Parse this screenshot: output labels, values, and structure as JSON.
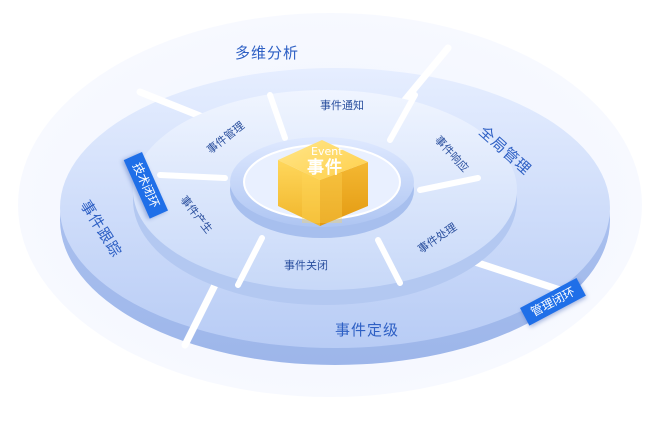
{
  "center": {
    "label_en": "Event",
    "label_cn": "事件"
  },
  "outer_ring": [
    {
      "label": "多维分析"
    },
    {
      "label": "全局管理"
    },
    {
      "label": "事件定级"
    },
    {
      "label": "事件跟踪"
    }
  ],
  "inner_ring": [
    {
      "label": "事件通知"
    },
    {
      "label": "事件响应"
    },
    {
      "label": "事件处理"
    },
    {
      "label": "事件关闭"
    },
    {
      "label": "事件产生"
    },
    {
      "label": "事件管理"
    }
  ],
  "tags": [
    {
      "label": "技术闭环"
    },
    {
      "label": "管理闭环"
    }
  ],
  "colors": {
    "accent": "#1f6fe8",
    "outer_label": "#2d5fc4",
    "inner_label": "#2a4f9e",
    "cube_yellow": "#f5c23a"
  }
}
